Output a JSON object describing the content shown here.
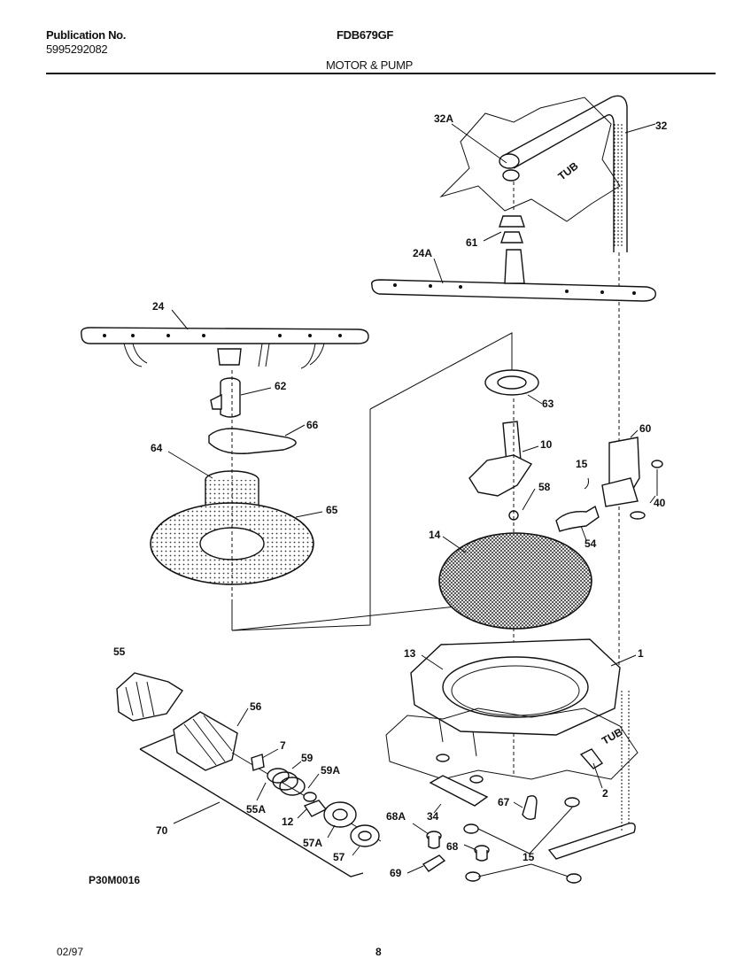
{
  "header": {
    "publication_label": "Publication No.",
    "publication_number": "5995292082",
    "model": "FDB679GF",
    "section_title": "MOTOR & PUMP"
  },
  "diagram": {
    "tub_labels": [
      "TUB",
      "TUB"
    ],
    "part_labels": [
      {
        "id": "32A",
        "text": "32A"
      },
      {
        "id": "32",
        "text": "32"
      },
      {
        "id": "61",
        "text": "61"
      },
      {
        "id": "24A",
        "text": "24A"
      },
      {
        "id": "24",
        "text": "24"
      },
      {
        "id": "62",
        "text": "62"
      },
      {
        "id": "63",
        "text": "63"
      },
      {
        "id": "66",
        "text": "66"
      },
      {
        "id": "64",
        "text": "64"
      },
      {
        "id": "10",
        "text": "10"
      },
      {
        "id": "60",
        "text": "60"
      },
      {
        "id": "15a",
        "text": "15"
      },
      {
        "id": "58",
        "text": "58"
      },
      {
        "id": "40",
        "text": "40"
      },
      {
        "id": "65",
        "text": "65"
      },
      {
        "id": "14",
        "text": "14"
      },
      {
        "id": "54",
        "text": "54"
      },
      {
        "id": "55",
        "text": "55"
      },
      {
        "id": "13",
        "text": "13"
      },
      {
        "id": "1",
        "text": "1"
      },
      {
        "id": "56",
        "text": "56"
      },
      {
        "id": "7",
        "text": "7"
      },
      {
        "id": "59",
        "text": "59"
      },
      {
        "id": "59A",
        "text": "59A"
      },
      {
        "id": "55A",
        "text": "55A"
      },
      {
        "id": "12",
        "text": "12"
      },
      {
        "id": "2",
        "text": "2"
      },
      {
        "id": "34",
        "text": "34"
      },
      {
        "id": "67",
        "text": "67"
      },
      {
        "id": "70",
        "text": "70"
      },
      {
        "id": "57A",
        "text": "57A"
      },
      {
        "id": "68A",
        "text": "68A"
      },
      {
        "id": "68",
        "text": "68"
      },
      {
        "id": "57",
        "text": "57"
      },
      {
        "id": "15b",
        "text": "15"
      },
      {
        "id": "69",
        "text": "69"
      }
    ],
    "drawing_code": "P30M0016"
  },
  "footer": {
    "date": "02/97",
    "page_number": "8"
  }
}
